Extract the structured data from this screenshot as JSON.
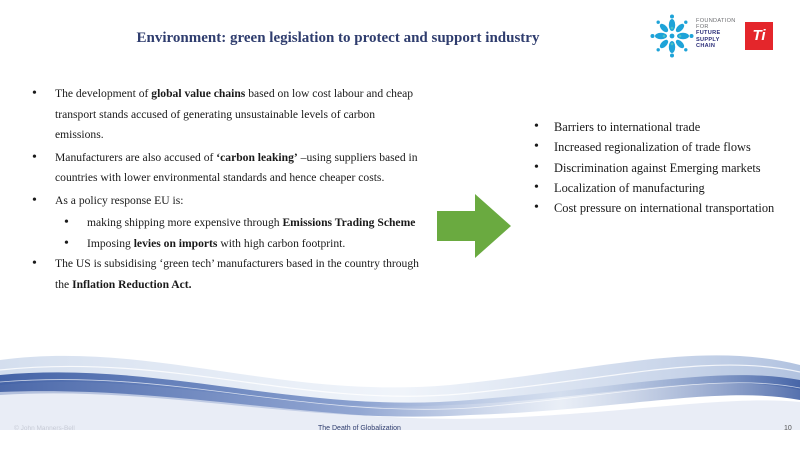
{
  "title": "Environment: green legislation to protect and support industry",
  "logo": {
    "ffsc_lines": [
      "FOUNDATION",
      "FOR",
      "FUTURE",
      "SUPPLY",
      "CHAIN"
    ],
    "ti_text": "Ti",
    "ffsc_color": "#1ea3d8",
    "ti_color": "#e4262b"
  },
  "left_bullets": [
    {
      "level": 1,
      "parts": [
        {
          "text": "The development of ",
          "bold": false
        },
        {
          "text": "global value chains",
          "bold": true
        },
        {
          "text": " based on low cost labour and cheap transport stands accused of generating unsustainable levels of carbon emissions.",
          "bold": false
        }
      ]
    },
    {
      "level": 1,
      "parts": [
        {
          "text": "Manufacturers are also accused of ",
          "bold": false
        },
        {
          "text": "‘carbon leaking’",
          "bold": true
        },
        {
          "text": " –using suppliers based in countries with lower environmental standards and hence cheaper costs.",
          "bold": false
        }
      ]
    },
    {
      "level": 1,
      "parts": [
        {
          "text": "As a policy response EU is:",
          "bold": false
        }
      ]
    },
    {
      "level": 2,
      "parts": [
        {
          "text": "making shipping more expensive through ",
          "bold": false
        },
        {
          "text": "Emissions Trading Scheme",
          "bold": true
        }
      ]
    },
    {
      "level": 2,
      "parts": [
        {
          "text": "Imposing ",
          "bold": false
        },
        {
          "text": "levies on imports",
          "bold": true
        },
        {
          "text": " with high carbon footprint.",
          "bold": false
        }
      ]
    },
    {
      "level": 1,
      "parts": [
        {
          "text": "The US is subsidising ‘green tech’ manufacturers based in the country through the ",
          "bold": false
        },
        {
          "text": "Inflation Reduction Act.",
          "bold": true
        }
      ]
    }
  ],
  "right_bullets": [
    "Barriers to international trade",
    "Increased regionalization of trade flows",
    "Discrimination against Emerging markets",
    "Localization of manufacturing",
    "Cost pressure on international transportation"
  ],
  "arrow": {
    "icon": "arrow-right-icon",
    "color": "#6aaa40"
  },
  "footer": {
    "copyright": "© John Manners-Bell",
    "center": "The Death of Globalization",
    "page_number": "10"
  },
  "colors": {
    "title": "#2f3d6e",
    "wave_dark": "#2c4e9a",
    "wave_light": "#c9d6ea"
  }
}
